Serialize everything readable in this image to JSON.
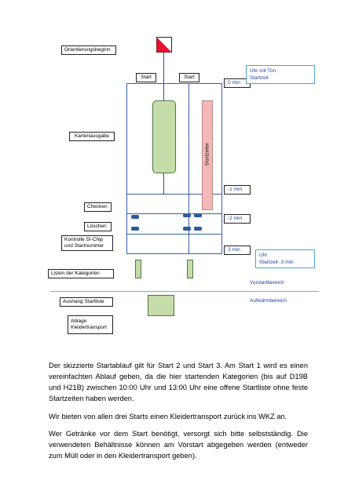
{
  "diagram": {
    "labels": {
      "orientation_start": "Orientierungsbeginn",
      "start_left": "Start",
      "start_right": "Start",
      "map_distribution": "Kartenausgabe",
      "checking": "Checken",
      "clearing": "Löschen",
      "sichip_check_line1": "Kontrolle SI-Chip",
      "sichip_check_line2": "und Startnummer",
      "category_lists": "Listen der Kategorien",
      "startlist_posting": "Aushang Startliste",
      "storage_line1": "Ablage",
      "storage_line2": "Kleidertransport"
    },
    "start_scheduler": "Startzeiter",
    "clock_with_tone_line1": "Uhr mit Ton",
    "clock_with_tone_line2": "Startzeit",
    "clock_line1": "Uhr",
    "clock_line2": "Startzeit   -3 min",
    "pre_start_area": "Vorstartbereich",
    "warmup_area": "Aufwärmbereich",
    "times": {
      "t0": "0 min",
      "t1": "-1 min",
      "t2": "-2 min",
      "t3": "3 min"
    },
    "colors": {
      "line_blue": "#3a5fa8",
      "box_green": "#c5dca8",
      "scheduler_pink": "#f4b6b6",
      "flag_red": "#e8112d",
      "text_blue": "#1f3f9a",
      "boundary_cyan": "#5bb8e8"
    }
  },
  "text": {
    "p1": "Der skizzierte Startablauf gilt für Start 2 und Start 3. Am Start 1 wird es einen vereinfachten Ablauf geben, da die hier startenden Kategorien (bis auf D19B und H21B) zwischen 10:00 Uhr und 13:00 Uhr eine offene Startliste ohne feste Startzeiten haben werden.",
    "p2": "Wir bieten von allen drei Starts einen Kleidertransport zurück ins WKZ an.",
    "p3": "Wer Getränke vor dem Start benötigt, versorgt sich bitte selbstständig. Die verwendeten Behältnisse können am Vorstart abgegeben werden (entweder zum Müll oder in den Kleidertransport geben)."
  }
}
